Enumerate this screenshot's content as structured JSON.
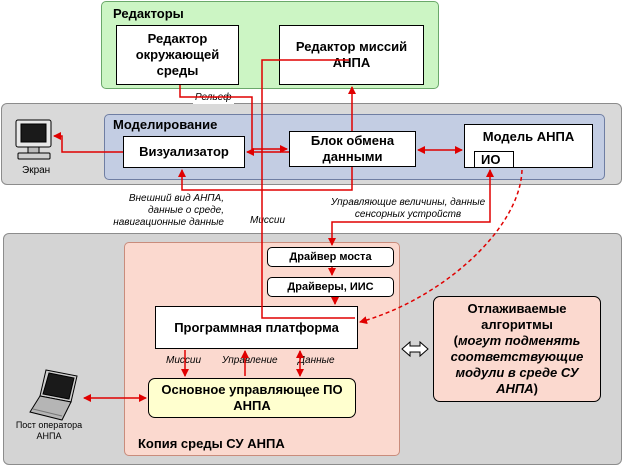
{
  "groups": {
    "editors": "Редакторы",
    "modeling": "Моделирование",
    "copy": "Копия среды СУ АНПА"
  },
  "boxes": {
    "env_editor": "Редактор окружающей среды",
    "mission_editor": "Редактор миссий АНПА",
    "visualizer": "Визуализатор",
    "exchange": "Блок обмена данными",
    "model": "Модель АНПА",
    "io": "ИО",
    "bridge": "Драйвер моста",
    "drivers": "Драйверы, ИИС",
    "platform": "Программная платформа",
    "main_sw": "Основное управляющее ПО АНПА",
    "debug_title": "Отлаживаемые алгоритмы",
    "debug_note": "могут подменять соответствующие модули в среде СУ АНПА"
  },
  "labels": {
    "relief": "Рельеф",
    "screen": "Экран",
    "external_view": "Внешний вид АНПА, данные о среде, навигационные данные",
    "missions_vertical": "Миссии",
    "control_values": "Управляющие величины, данные сенсорных устройств",
    "missions": "Миссии",
    "control": "Управление",
    "data": "Данные",
    "operator": "Пост оператора АНПА"
  },
  "colors": {
    "editors_bg": "#ccf5c4",
    "modeling_bg": "#c3cde3",
    "copy_bg": "#d4d4d4",
    "copy_inner_bg": "#fbd9cf",
    "main_sw_bg": "#ffffcf",
    "arrow": "#e00000"
  }
}
